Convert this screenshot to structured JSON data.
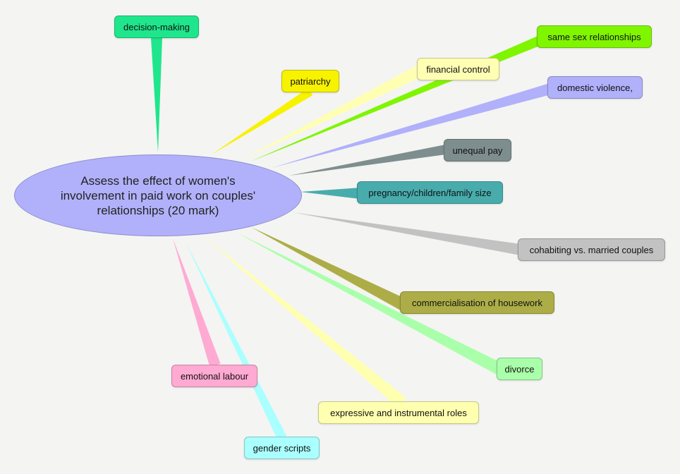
{
  "central_topic": "Assess the effect of women's involvement in paid work on couples' relationships (20 mark)",
  "central_color": "#b1b1fb",
  "nodes": [
    {
      "label": "decision-making",
      "color": "#1fe68c"
    },
    {
      "label": "patriarchy",
      "color": "#f7f200"
    },
    {
      "label": "financial control",
      "color": "#ffffb4"
    },
    {
      "label": "same sex relationships",
      "color": "#80f500"
    },
    {
      "label": "domestic violence,",
      "color": "#b0b0fb"
    },
    {
      "label": "unequal pay",
      "color": "#7e8e8e"
    },
    {
      "label": "pregnancy/children/family size",
      "color": "#48acac"
    },
    {
      "label": "cohabiting vs. married couples",
      "color": "#c2c2c2"
    },
    {
      "label": "commercialisation of housework",
      "color": "#adad48"
    },
    {
      "label": "divorce",
      "color": "#aaffaa"
    },
    {
      "label": "expressive and instrumental roles",
      "color": "#ffffb0"
    },
    {
      "label": "emotional labour",
      "color": "#ffaad2"
    },
    {
      "label": "gender scripts",
      "color": "#aaffff"
    }
  ]
}
